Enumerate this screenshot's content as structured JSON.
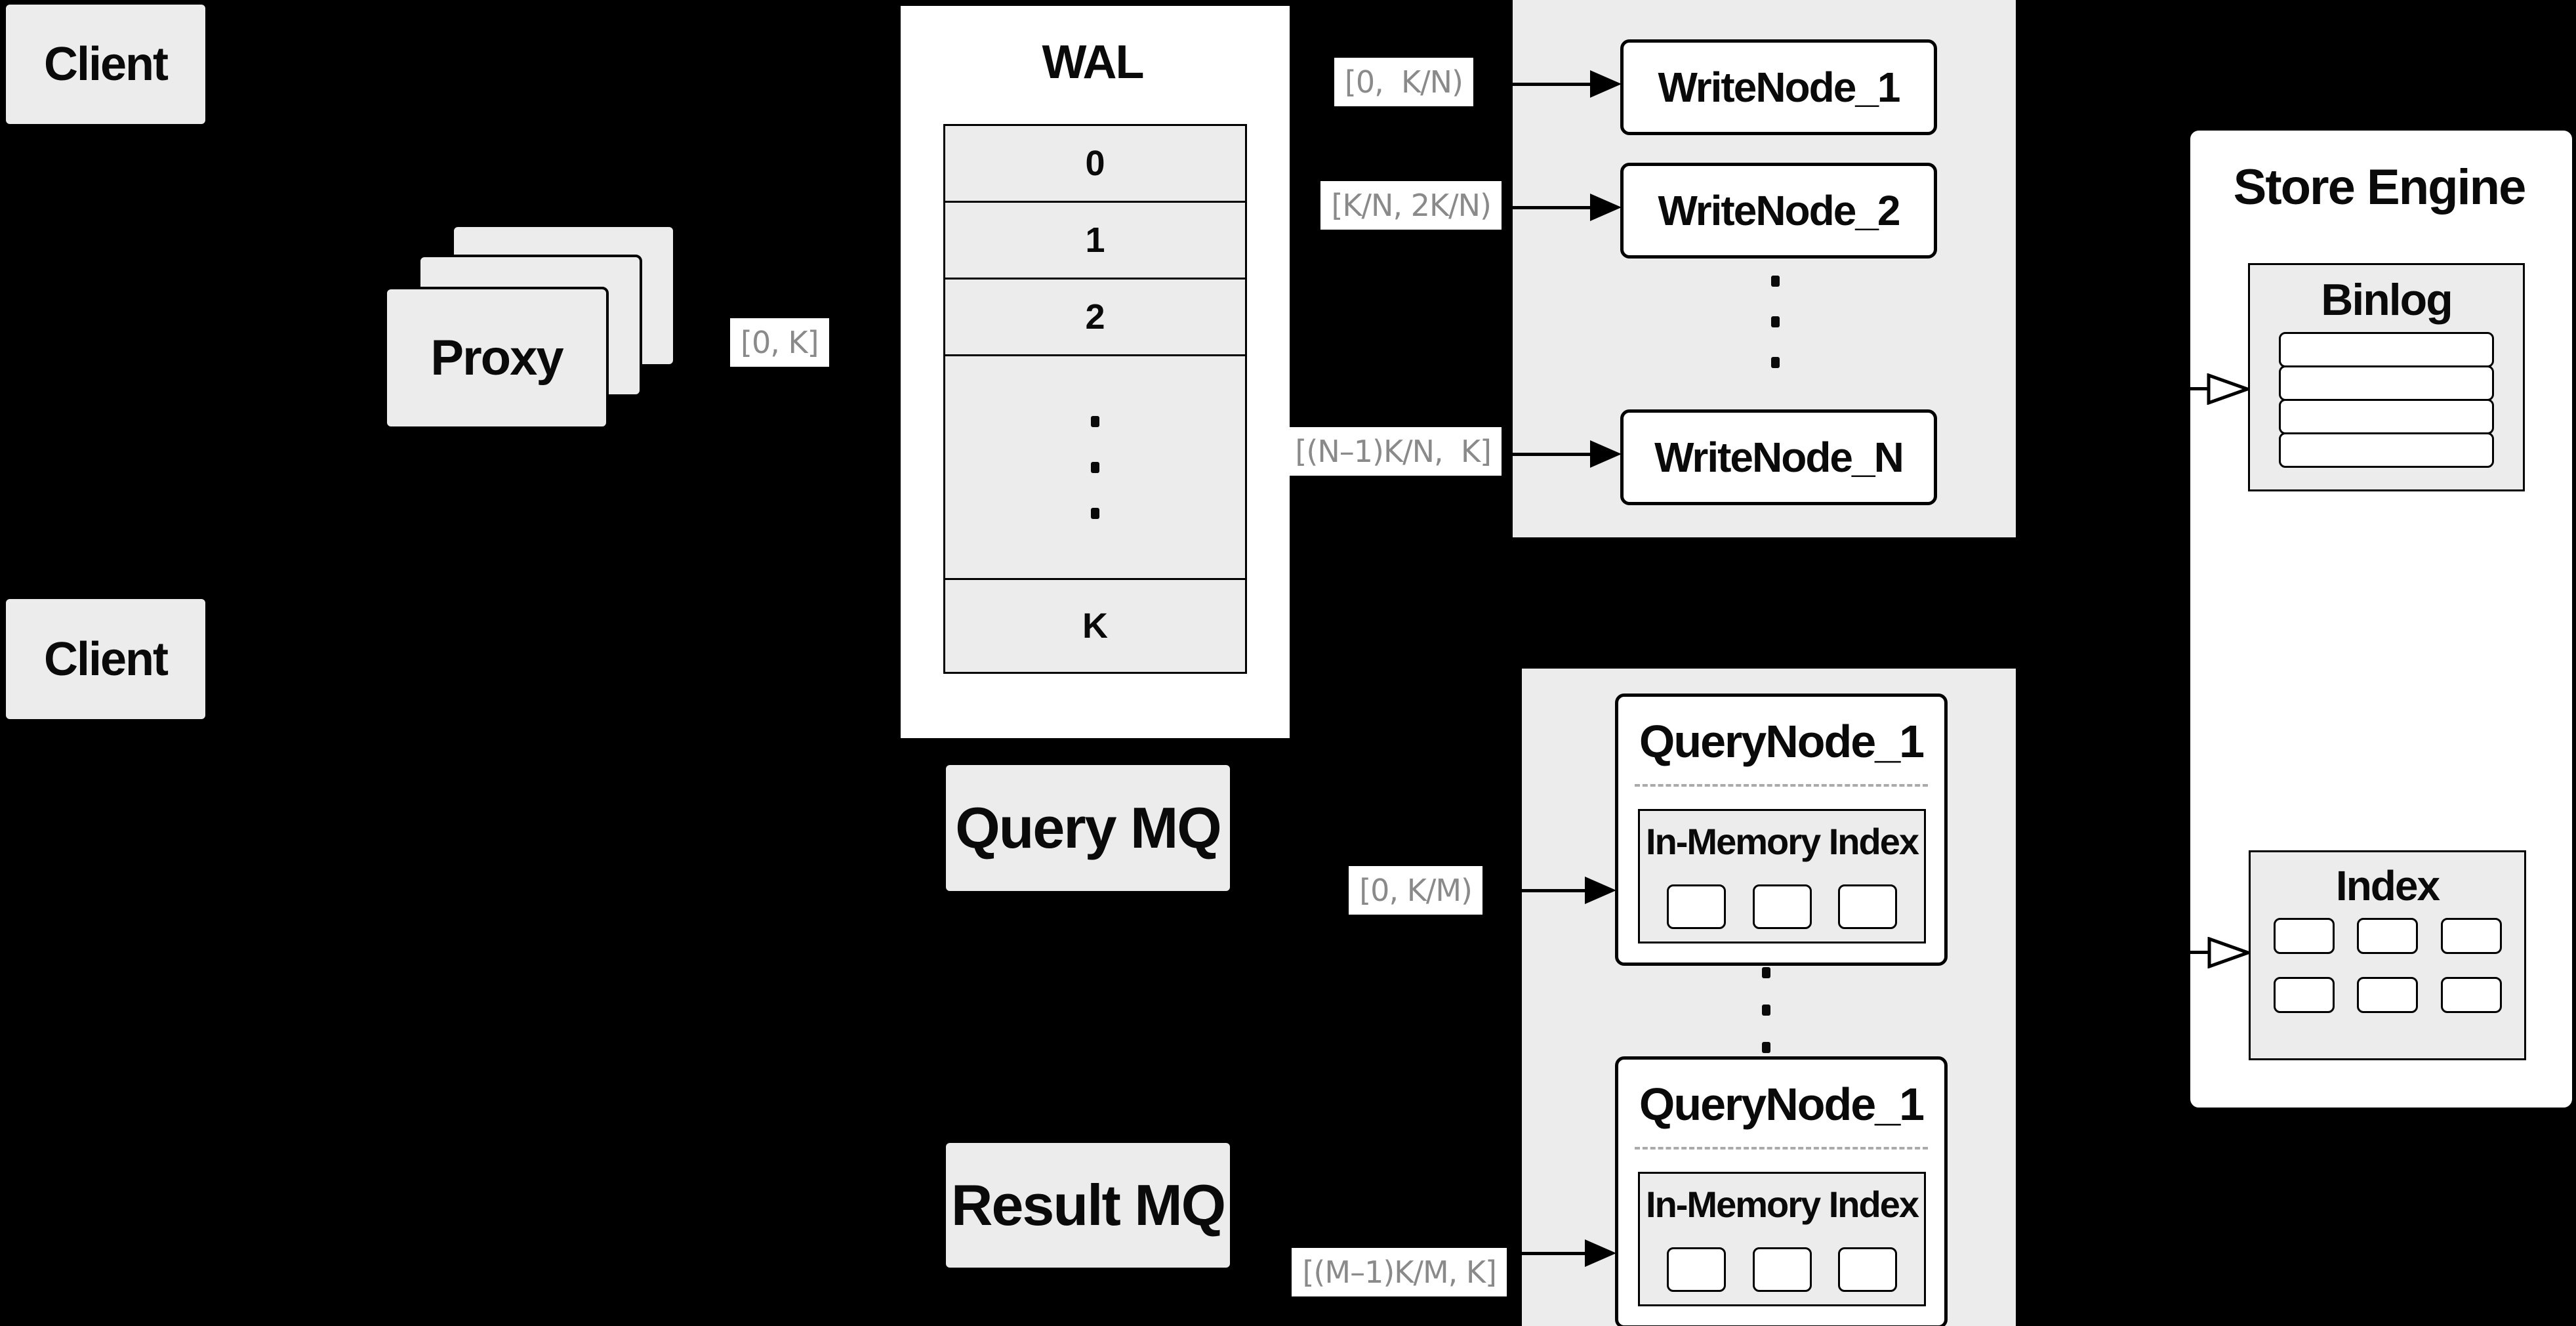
{
  "colors": {
    "background": "#000000",
    "panel_gray": "#ececec",
    "panel_white": "#ffffff",
    "border": "#000000",
    "range_label_text": "#8a8a8a",
    "divider_dash": "#aaaaaa"
  },
  "client_top": {
    "label": "Client"
  },
  "client_bottom": {
    "label": "Client"
  },
  "proxy": {
    "label": "Proxy"
  },
  "wal": {
    "title": "WAL",
    "rows": [
      "0",
      "1",
      "2"
    ],
    "last_row": "K"
  },
  "range_labels": {
    "client_to_wal": "[0, K]",
    "wal_to_write_1": "[0,  K/N)",
    "wal_to_write_2": "[K/N, 2K/N)",
    "wal_to_write_n": "[(N–1)K/N,  K]",
    "query_mq_to_node": "[0, K/M)",
    "result_mq_to_node": "[(M–1)K/M, K]"
  },
  "write_cluster": {
    "node_1": "WriteNode_1",
    "node_2": "WriteNode_2",
    "node_n": "WriteNode_N"
  },
  "mq": {
    "query": "Query MQ",
    "result": "Result MQ"
  },
  "query_cluster": {
    "node_top": {
      "title": "QueryNode_1",
      "inner_title": "In-Memory Index"
    },
    "node_bottom": {
      "title": "QueryNode_1",
      "inner_title": "In-Memory Index"
    }
  },
  "store_engine": {
    "title": "Store Engine",
    "binlog_title": "Binlog",
    "index_title": "Index"
  }
}
